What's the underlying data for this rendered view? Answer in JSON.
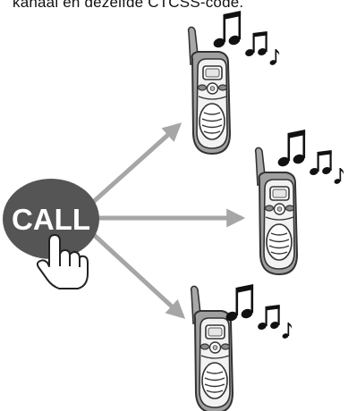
{
  "caption": "kanaal en dezelfde CTCSS-code.",
  "call_button": {
    "label": "CALL"
  },
  "colors": {
    "button": "#555555",
    "arrow": "#a6a6a6",
    "outline": "#333333",
    "radio_body": "#9a9a9a",
    "radio_face": "#f2f2f2"
  },
  "icons": [
    "hand-pointer-icon",
    "arrow-icon",
    "walkie-talkie-icon",
    "music-notes-icon"
  ],
  "receivers": [
    {
      "name": "radio-top"
    },
    {
      "name": "radio-middle"
    },
    {
      "name": "radio-bottom"
    }
  ]
}
